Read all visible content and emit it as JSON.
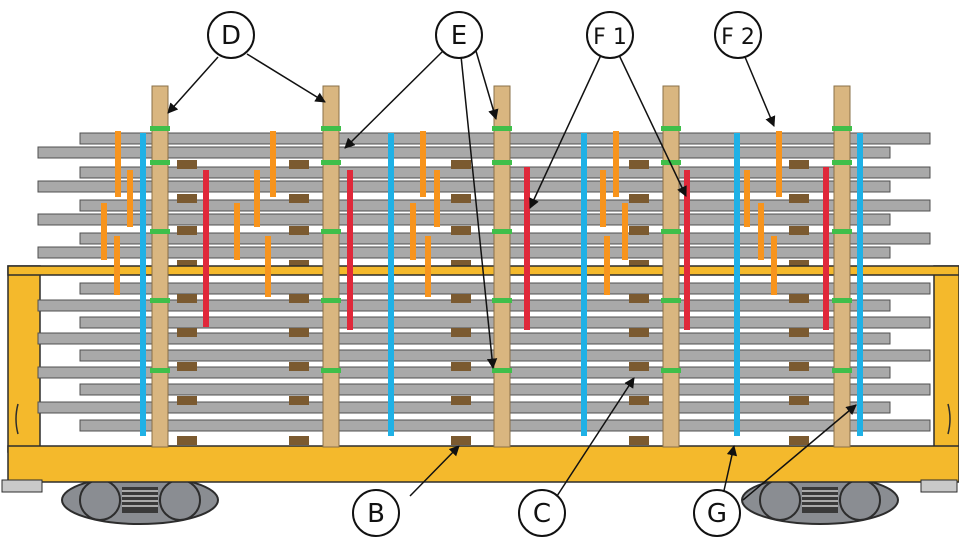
{
  "colors": {
    "frame": "#f4b92c",
    "frame_dark": "#c8921a",
    "rail": "#a9a9a9",
    "rail_edge": "#505050",
    "stake": "#d9b680",
    "spacer": "#7b5a30",
    "band_green": "#3fbf4a",
    "band_blue": "#1fb1e6",
    "band_red": "#e0283a",
    "band_orange": "#f7941d",
    "wheel": "#8a8d92"
  },
  "icons": {
    "wheel_assembly": "bogie-truck-icon"
  },
  "labels": {
    "B": "B",
    "C": "C",
    "D": "D",
    "E": "E",
    "F1": "F 1",
    "F2": "F 2",
    "G": "G"
  }
}
